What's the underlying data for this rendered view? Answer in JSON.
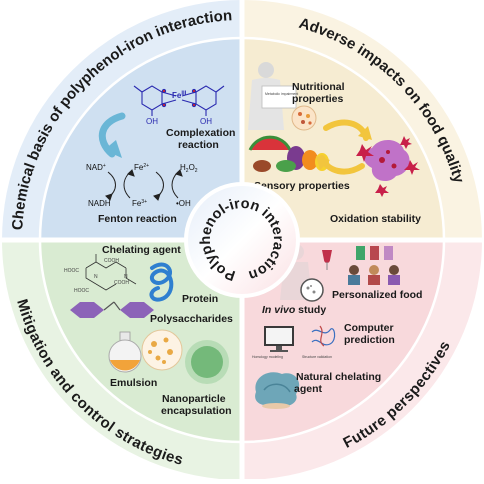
{
  "center_title": "Polyphenol-iron interaction",
  "quadrants": {
    "top_left": {
      "ring_title": "Chemical basis of polyphenol-iron interaction",
      "color": "#cfe0f1",
      "ring_color": "#e3edf8",
      "labels": {
        "complexation": "Complexation reaction",
        "fenton": "Fenton reaction"
      },
      "chem": {
        "fe3": "Fe",
        "fe3_sup": "III",
        "oh_left": "OH",
        "oh_right": "OH",
        "nad_plus": "NAD",
        "nadh": "NADH",
        "fe2": "Fe",
        "fe3b": "Fe",
        "h2o2": "H",
        "oh_radical": "•OH"
      }
    },
    "top_right": {
      "ring_title": "Adverse impacts on food quality",
      "color": "#f6ecd2",
      "ring_color": "#faf3e2",
      "labels": {
        "nutritional": "Nutritional properties",
        "sensory": "Sensory properties",
        "oxidation": "Oxidation stability"
      },
      "doc_text": "Metabolic impairment"
    },
    "bottom_left": {
      "ring_title": "Mitigation and control strategies",
      "color": "#d9ebd2",
      "ring_color": "#e8f3e3",
      "labels": {
        "chelating_agent": "Chelating agent",
        "protein": "Protein",
        "polysaccharides": "Polysaccharides",
        "emulsion": "Emulsion",
        "nanoparticle": "Nanoparticle encapsulation"
      },
      "edta": {
        "cooh": "COOH",
        "hooc": "HOOC",
        "n": "N"
      }
    },
    "bottom_right": {
      "ring_title": "Future perspectives",
      "color": "#f8d9dc",
      "ring_color": "#fbe8ea",
      "labels": {
        "personalized": "Personalized food",
        "in_vivo_italic": "In vivo",
        "in_vivo_rest": " study",
        "computer": "Computer prediction",
        "natural": "Natural chelating agent"
      },
      "screen_left": "Homology modeling",
      "screen_right": "Structure validation"
    }
  },
  "colors": {
    "divider": "#ffffff",
    "center_fill": "#ffffff",
    "arrow_blue": "#6ab6d6",
    "arrow_yellow": "#f2c53d",
    "polysaccharide": "#8c63b8",
    "protein": "#2f7fd0",
    "particle": "#74b97a",
    "oxidation": "#c072c8"
  }
}
